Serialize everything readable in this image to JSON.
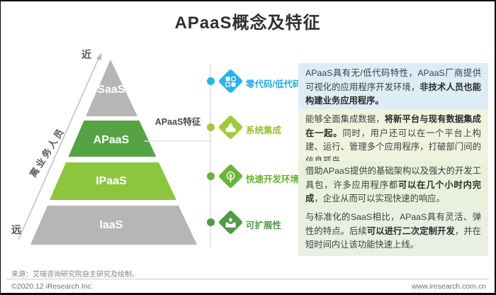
{
  "title": "APaaS概念及特征",
  "pyramid": {
    "axis_top_label": "近",
    "axis_bottom_label": "远",
    "axis_label": "离业务人员",
    "callout_label": "APaaS特征",
    "layers": [
      {
        "label": "SaaS",
        "color": "#b5b6b6"
      },
      {
        "label": "APaaS",
        "color": "#55a345"
      },
      {
        "label": "IPaaS",
        "color": "#8cc63f"
      },
      {
        "label": "IaaS",
        "color": "#b5b6b6"
      }
    ]
  },
  "features": [
    {
      "icon": "app-blocks-icon",
      "label": "零代码/低代码",
      "accent": "#29aee6",
      "box_bg": "#dcedf7",
      "desc_pre": "APaaS具有无/低代码特性，APaaS厂商提供可视化的应用程序开发环境，",
      "desc_bold": "非技术人员也能构建业务应用程序。",
      "desc_post": ""
    },
    {
      "icon": "cloud-upload-icon",
      "label": "系统集成",
      "accent": "#9cc73c",
      "box_bg": "#f1f3df",
      "desc_pre": "能够全面集成数据，",
      "desc_bold": "将新平台与现有数据集成在一起。",
      "desc_post": "同时，用户还可以在一个平台上构建、运行、管理多个应用程序，打破部门间的信息孤岛。"
    },
    {
      "icon": "broadcast-icon",
      "label": "快速开发环境",
      "accent": "#6ab436",
      "box_bg": "#e9f1dd",
      "desc_pre": "借助APaaS提供的基础架构以及强大的开发工具包，许多应用程序都",
      "desc_bold": "可以在几个小时内完成",
      "desc_post": "，企业从而可以实现快速的响应。"
    },
    {
      "icon": "expand-box-icon",
      "label": "可扩展性",
      "accent": "#4f9d45",
      "box_bg": "#e9efe2",
      "desc_pre": "与标准化的SaaS相比，APaaS具有灵活、弹性的特点。后续",
      "desc_bold": "可以进行二次定制开发",
      "desc_post": "，并在短时间内让该功能快速上线。"
    }
  ],
  "footer": {
    "source": "来源：艾瑞咨询研究院自主研究及绘制。",
    "copyright": "©2020.12 iResearch Inc.",
    "website": "www.iresearch.com.cn"
  }
}
